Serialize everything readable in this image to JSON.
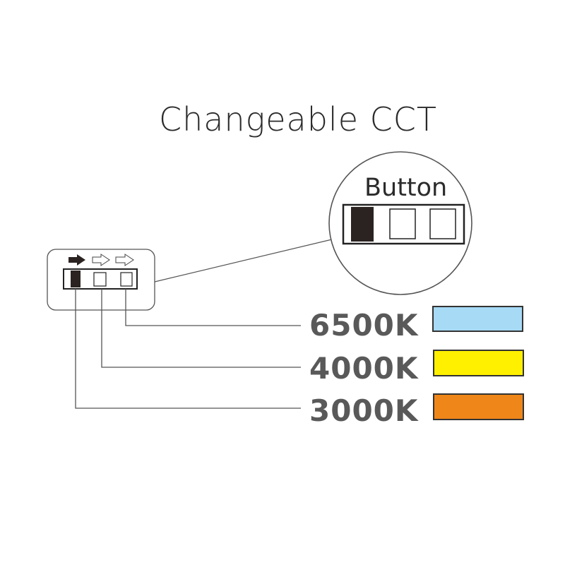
{
  "title": "Changeable CCT",
  "button_label": "Button",
  "options": [
    {
      "label": "6500K",
      "color": "#a6daf5"
    },
    {
      "label": "4000K",
      "color": "#fff000"
    },
    {
      "label": "3000K",
      "color": "#ef8619"
    }
  ],
  "line_color": "#555555",
  "switch_color": "#2a2322"
}
